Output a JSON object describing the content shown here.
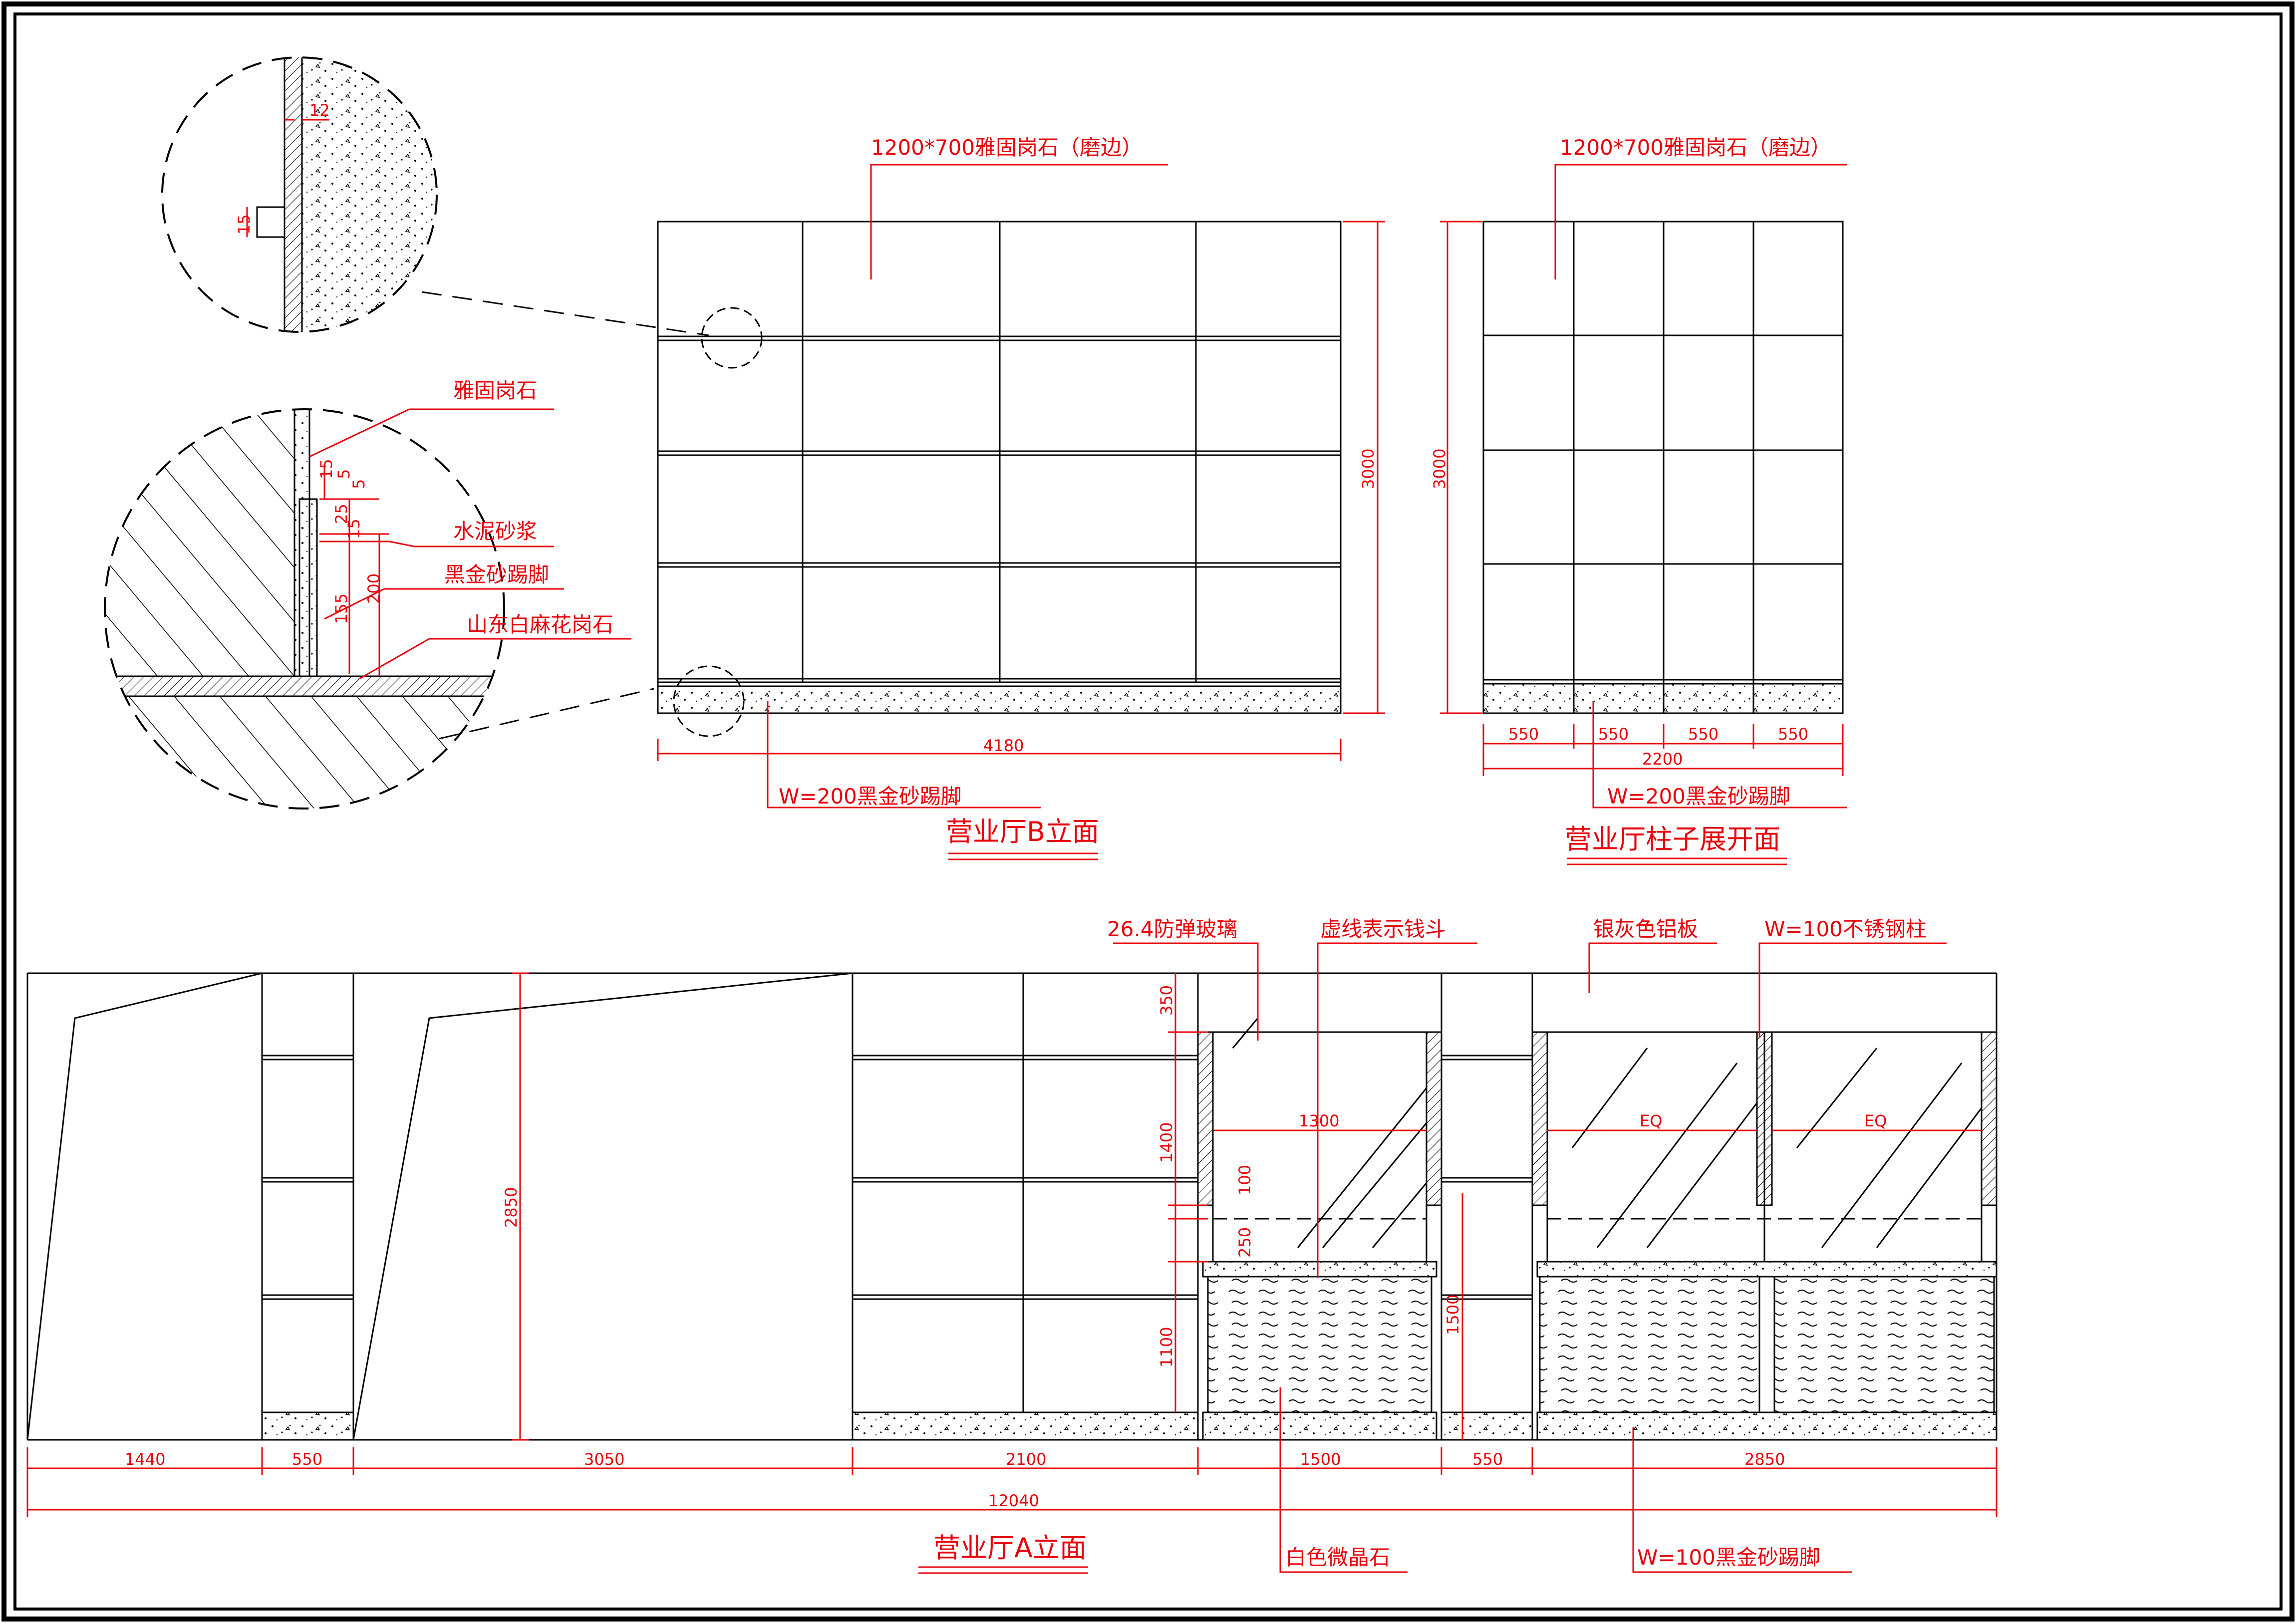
{
  "colors": {
    "line": "#000000",
    "annotation": "#e8000b",
    "background": "#ffffff"
  },
  "detail_top": {
    "dim_12": "12",
    "dim_15": "15"
  },
  "detail_bottom": {
    "label_granite": "雅固岗石",
    "label_mortar": "水泥砂浆",
    "label_skirting": "黑金砂踢脚",
    "label_floor": "山东白麻花岗石",
    "dims": [
      "15",
      "5",
      "5",
      "25",
      "15",
      "155",
      "200"
    ]
  },
  "elev_b": {
    "title": "营业厅B立面",
    "note_top": "1200*700雅固岗石（磨边）",
    "note_skirting": "W=200黑金砂踢脚",
    "dim_height": "3000",
    "dim_width": "4180"
  },
  "elev_col": {
    "title": "营业厅柱子展开面",
    "note_top": "1200*700雅固岗石（磨边）",
    "note_skirting": "W=200黑金砂踢脚",
    "dim_height": "3000",
    "dim_segments": [
      "550",
      "550",
      "550",
      "550"
    ],
    "dim_total": "2200"
  },
  "elev_a": {
    "title": "营业厅A立面",
    "note_glass": "26.4防弹玻璃",
    "note_dashed": "虚线表示钱斗",
    "note_panel": "银灰色铝板",
    "note_column": "W=100不锈钢柱",
    "note_counter": "白色微晶石",
    "note_skirting": "W=100黑金砂踢脚",
    "dim_segments": [
      "1440",
      "550",
      "3050",
      "2100",
      "1500",
      "550",
      "2850"
    ],
    "dim_total": "12040",
    "dim_height": "2850",
    "dim_v": [
      "350",
      "1400",
      "100",
      "250",
      "1100",
      "1500"
    ],
    "dim_h": [
      "1300",
      "EQ",
      "EQ"
    ]
  }
}
